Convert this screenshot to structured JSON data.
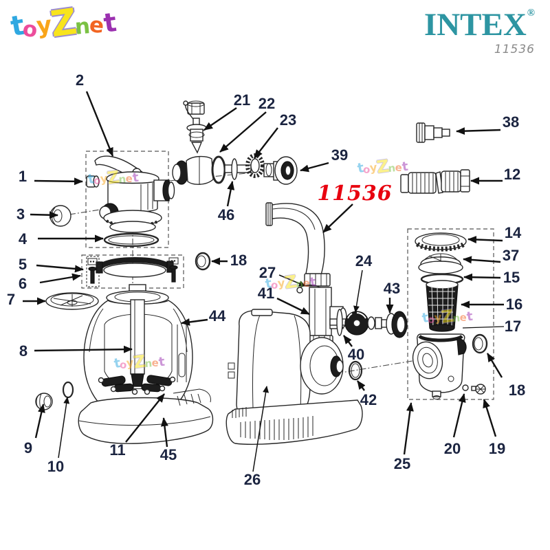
{
  "brand": {
    "name": "INTEX",
    "registered_mark": "®",
    "model_number": "11536",
    "logo_color": "#2D95A2",
    "model_color": "#8A8A8A"
  },
  "vendor_logo": {
    "letters": [
      {
        "char": "t",
        "color": "#2FA8E1"
      },
      {
        "char": "o",
        "color": "#EC4D9B"
      },
      {
        "char": "y",
        "color": "#F9A51A"
      },
      {
        "char": "Z",
        "color": "#F8E41C"
      },
      {
        "char": "n",
        "color": "#7AC143"
      },
      {
        "char": "e",
        "color": "#F26522"
      },
      {
        "char": "t",
        "color": "#9B30B0"
      }
    ]
  },
  "diagram": {
    "type": "exploded-parts-diagram",
    "model_callout": "11536",
    "callout_color": "#E8000F",
    "label_color": "#1B2440",
    "part_numbers": {
      "p1": "1",
      "p2": "2",
      "p3": "3",
      "p4": "4",
      "p5": "5",
      "p6": "6",
      "p7": "7",
      "p8": "8",
      "p9": "9",
      "p10": "10",
      "p11": "11",
      "p12": "12",
      "p14": "14",
      "p15": "15",
      "p16": "16",
      "p17": "17",
      "p18": "18",
      "p19": "19",
      "p20": "20",
      "p21": "21",
      "p22": "22",
      "p23": "23",
      "p24": "24",
      "p25": "25",
      "p26": "26",
      "p27": "27",
      "p37": "37",
      "p38": "38",
      "p39": "39",
      "p40": "40",
      "p41": "41",
      "p42": "42",
      "p43": "43",
      "p44": "44",
      "p45": "45",
      "p46": "46"
    }
  }
}
